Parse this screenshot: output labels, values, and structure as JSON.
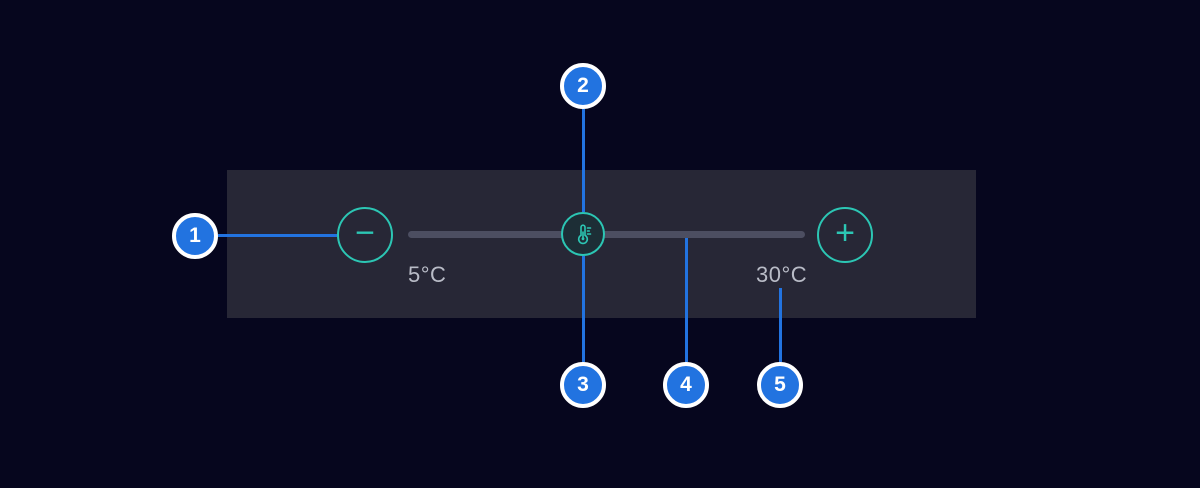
{
  "component": {
    "min_label": "5°C",
    "max_label": "30°C",
    "decrease_label": "−",
    "increase_label": "+"
  },
  "callouts": [
    {
      "number": "1"
    },
    {
      "number": "2"
    },
    {
      "number": "3"
    },
    {
      "number": "4"
    },
    {
      "number": "5"
    }
  ],
  "colors": {
    "background": "#06061e",
    "panel": "#272736",
    "accent_teal": "#2cc6b4",
    "track_gray": "#4c4e61",
    "callout_blue": "#2273e0",
    "label_text": "#b9bcc7"
  }
}
